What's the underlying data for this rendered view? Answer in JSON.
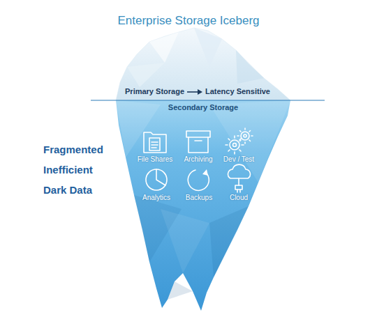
{
  "diagram": {
    "title": "Enterprise Storage Iceberg",
    "labels": [
      "Primary Storage",
      "Latency Sensitive",
      "Secondary Storage",
      "Fragmented",
      "Inefficient",
      "Dark Data",
      "File Shares",
      "Archiving",
      "Dev / Test",
      "Analytics",
      "Backups",
      "Cloud"
    ]
  }
}
